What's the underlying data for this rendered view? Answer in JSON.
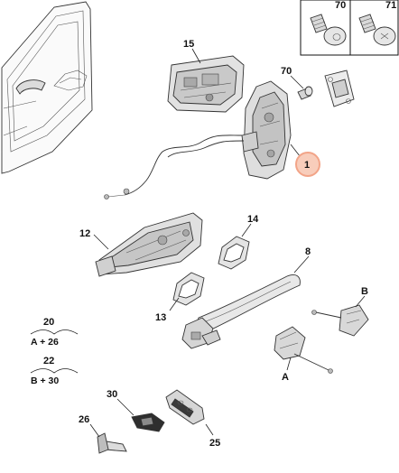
{
  "callouts": {
    "c15": "15",
    "c70": "70",
    "c1": "1",
    "c12": "12",
    "c14": "14",
    "c8": "8",
    "c13": "13",
    "cB": "B",
    "cA": "A",
    "c30": "30",
    "c26": "26",
    "c25": "25"
  },
  "inset": {
    "left_label": "70",
    "right_label": "71"
  },
  "formulas": [
    {
      "number": "20",
      "expr": "A + 26"
    },
    {
      "number": "22",
      "expr": "B + 30"
    }
  ],
  "colors": {
    "highlight": "#f5b5a0",
    "highlight_ring": "#e06a4a",
    "part_fill": "#e9e9e9",
    "part_dark": "#b8b8b8"
  }
}
